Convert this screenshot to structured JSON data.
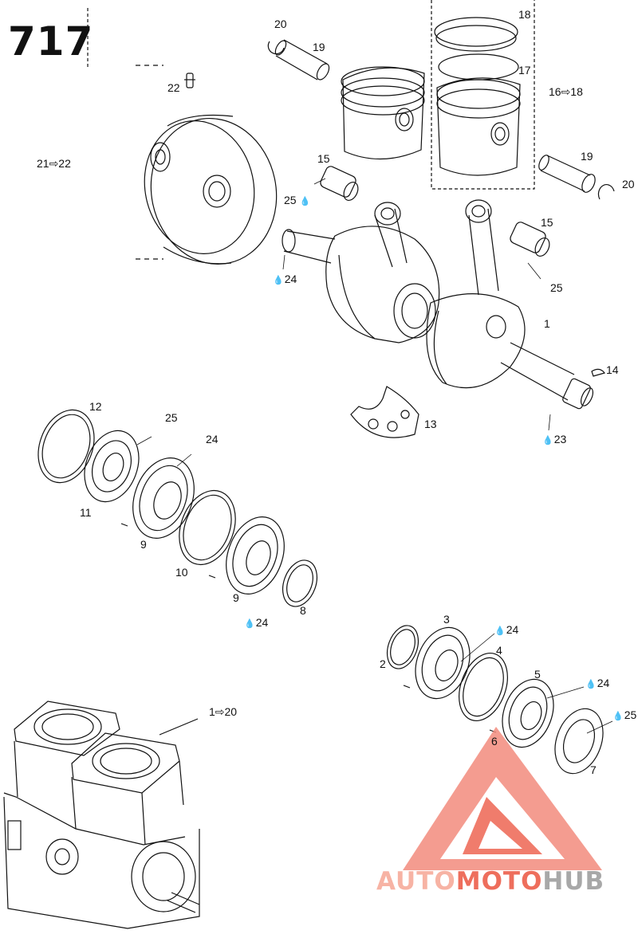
{
  "page_number": "717",
  "drop_glyph": "💧",
  "labels": {
    "l1": "1",
    "l2": "2",
    "l3": "3",
    "l4": "4",
    "l5": "5",
    "l6": "6",
    "l7": "7",
    "l8": "8",
    "l9a": "9",
    "l9b": "9",
    "l10": "10",
    "l11": "11",
    "l12": "12",
    "l13": "13",
    "l14": "14",
    "l15a": "15",
    "l15b": "15",
    "l16_18": "16⇨18",
    "l17": "17",
    "l18": "18",
    "l19a": "19",
    "l19b": "19",
    "l20a": "20",
    "l20b": "20",
    "l21_22": "21⇨22",
    "l22": "22",
    "l23": "23",
    "l24a": "24",
    "l24b": "24",
    "l24c": "24",
    "l24d": "24",
    "l24e": "24",
    "l25a": "25",
    "l25b": "25",
    "l25c": "25",
    "l25d": "25",
    "l1_20": "1⇨20"
  },
  "watermark": {
    "part1": "AUTO",
    "part2": "MOTO",
    "part3": "HUB"
  },
  "colors": {
    "line": "#111111",
    "watermark_light": "#f7b3a4",
    "watermark_dark": "#ee6e5c",
    "watermark_grey": "#a8a8a8"
  }
}
